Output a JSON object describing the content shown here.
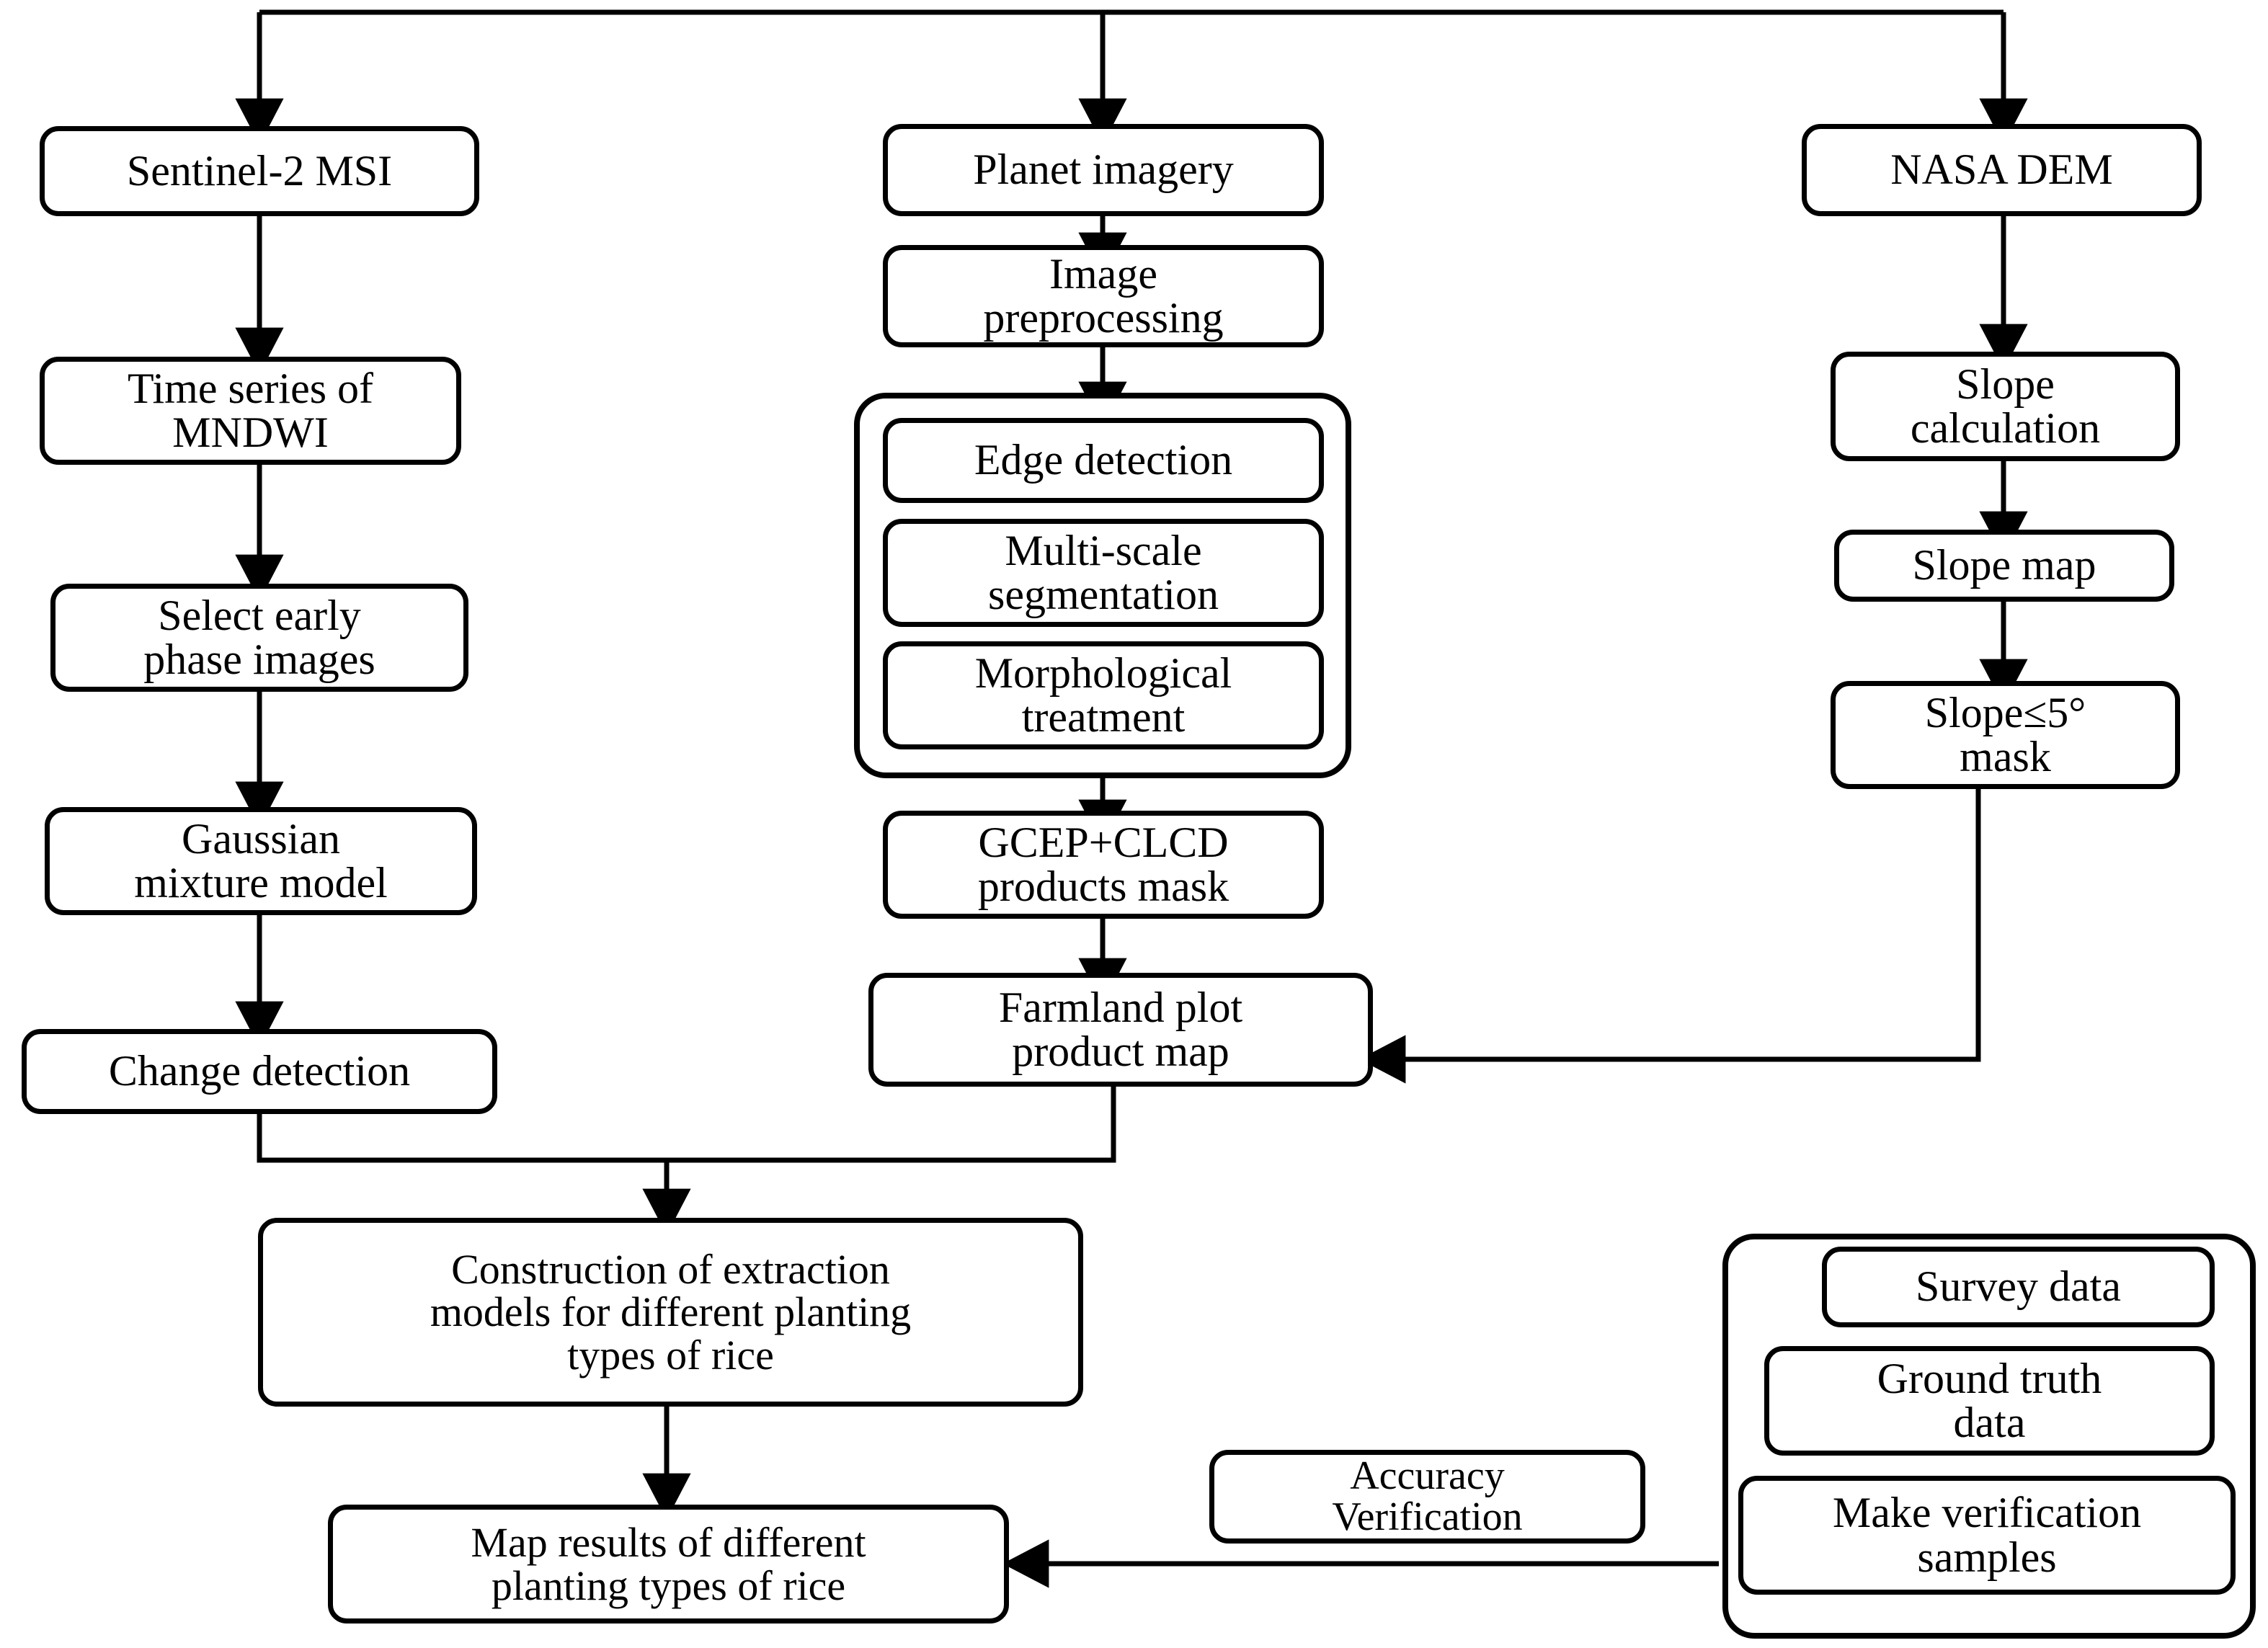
{
  "diagram": {
    "title": "Rice planting type extraction workflow",
    "colors": {
      "stroke": "#000000",
      "fill": "#ffffff"
    }
  },
  "nodes": {
    "sentinel": "Sentinel-2 MSI",
    "mndwi": "Time series of\nMNDWI",
    "early_phase": "Select early\nphase images",
    "gmm": "Gaussian\nmixture model",
    "change_detection": "Change detection",
    "planet": "Planet imagery",
    "preprocessing": "Image\npreprocessing",
    "edge_detection": "Edge detection",
    "multi_scale": "Multi-scale\nsegmentation",
    "morphological": "Morphological\ntreatment",
    "gcep_clcd": "GCEP+CLCD\nproducts mask",
    "farmland": "Farmland plot\nproduct map",
    "nasa_dem": "NASA DEM",
    "slope_calc": "Slope\ncalculation",
    "slope_map": "Slope map",
    "slope_mask": "Slope≤5°\nmask",
    "construction": "Construction of extraction\nmodels for different planting\ntypes of rice",
    "map_results": "Map results of different\nplanting types of rice",
    "accuracy": "Accuracy\nVerification",
    "survey": "Survey data",
    "ground_truth": "Ground truth\ndata",
    "make_samples": "Make verification\nsamples"
  },
  "flow_edges": [
    {
      "from": "bus",
      "to": "sentinel"
    },
    {
      "from": "bus",
      "to": "planet"
    },
    {
      "from": "bus",
      "to": "nasa_dem"
    },
    {
      "from": "sentinel",
      "to": "mndwi"
    },
    {
      "from": "mndwi",
      "to": "early_phase"
    },
    {
      "from": "early_phase",
      "to": "gmm"
    },
    {
      "from": "gmm",
      "to": "change_detection"
    },
    {
      "from": "planet",
      "to": "preprocessing"
    },
    {
      "from": "preprocessing",
      "to": "segmentation_group"
    },
    {
      "from": "segmentation_group",
      "to": "gcep_clcd"
    },
    {
      "from": "gcep_clcd",
      "to": "farmland"
    },
    {
      "from": "nasa_dem",
      "to": "slope_calc"
    },
    {
      "from": "slope_calc",
      "to": "slope_map"
    },
    {
      "from": "slope_map",
      "to": "slope_mask"
    },
    {
      "from": "slope_mask",
      "to": "farmland"
    },
    {
      "from": "change_detection",
      "to": "construction"
    },
    {
      "from": "farmland",
      "to": "construction"
    },
    {
      "from": "construction",
      "to": "map_results"
    },
    {
      "from": "verification_group",
      "to": "map_results"
    }
  ]
}
